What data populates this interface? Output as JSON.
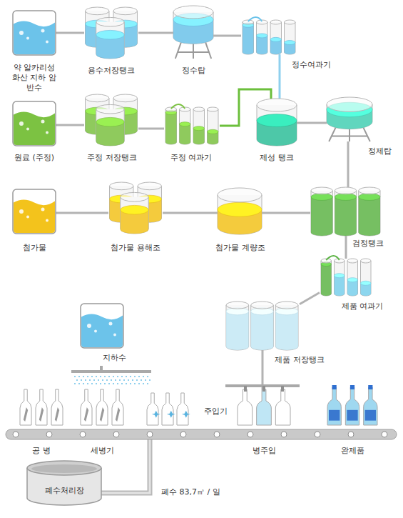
{
  "diagram": {
    "nodes": [
      {
        "text": [
          "약 알카리성 화산 지하 암반수"
        ]
      },
      {
        "text": [
          "용수저장탱크"
        ]
      },
      {
        "text": [
          "정수탑"
        ]
      },
      {
        "text": [
          "정수여과기"
        ]
      },
      {
        "text": [
          "원료 (주정)"
        ]
      },
      {
        "text": [
          "주정 저장탱크"
        ]
      },
      {
        "text": [
          "주정 여과기"
        ]
      },
      {
        "text": [
          "제성 탱크"
        ]
      },
      {
        "text": [
          "정제탑"
        ]
      },
      {
        "text": [
          "첨가물"
        ]
      },
      {
        "text": [
          "첨가물 용해조"
        ]
      },
      {
        "text": [
          "첨가물 계량조"
        ]
      },
      {
        "text": [
          "검정탱크"
        ]
      },
      {
        "text": [
          "제품 여과기"
        ]
      },
      {
        "text": [
          "지하수"
        ]
      },
      {
        "text": [
          "제품 저장탱크"
        ]
      },
      {
        "text": [
          "공 병"
        ]
      },
      {
        "text": [
          "세병기"
        ]
      },
      {
        "text": [
          "병주입"
        ]
      },
      {
        "text": [
          "완제품"
        ]
      },
      {
        "text": [
          "폐수처리장"
        ]
      }
    ],
    "edges": [
      {
        "from": 0,
        "to": 1,
        "arrow": "none"
      },
      {
        "from": 1,
        "to": 2,
        "arrow": "none"
      },
      {
        "from": 2,
        "to": 3,
        "arrow": "none"
      },
      {
        "from": 3,
        "to": 7,
        "arrow": "none"
      },
      {
        "from": 4,
        "to": 5,
        "arrow": "none"
      },
      {
        "from": 5,
        "to": 6,
        "arrow": "none"
      },
      {
        "from": 6,
        "to": 7,
        "arrow": "none"
      },
      {
        "from": 7,
        "to": 8,
        "arrow": "none"
      },
      {
        "from": 8,
        "to": 12,
        "arrow": "none"
      },
      {
        "from": 9,
        "to": 10,
        "arrow": "none"
      },
      {
        "from": 10,
        "to": 11,
        "arrow": "none"
      },
      {
        "from": 11,
        "to": 12,
        "arrow": "none"
      },
      {
        "from": 12,
        "to": 13,
        "arrow": "none"
      },
      {
        "from": 13,
        "to": 15,
        "arrow": "none"
      },
      {
        "from": 15,
        "to": 18,
        "arrow": "none"
      }
    ],
    "labels": [
      "주입기",
      "폐수 83,7㎥ / 일"
    ]
  }
}
